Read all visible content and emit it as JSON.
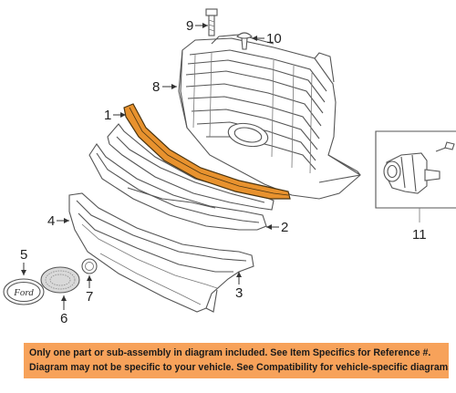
{
  "callouts": {
    "c1": "1",
    "c2": "2",
    "c3": "3",
    "c4": "4",
    "c5": "5",
    "c6": "6",
    "c7": "7",
    "c8": "8",
    "c9": "9",
    "c10": "10",
    "c11": "11"
  },
  "emblem_text": "Ford",
  "highlight_color": "#e8922e",
  "banner": {
    "line1": "Only one part or sub-assembly in diagram included. See Item Specifics for Reference #.",
    "line2": "Diagram may not be specific to your vehicle. See Compatibility for vehicle-specific diagrams.",
    "background": "#f7a25a"
  }
}
